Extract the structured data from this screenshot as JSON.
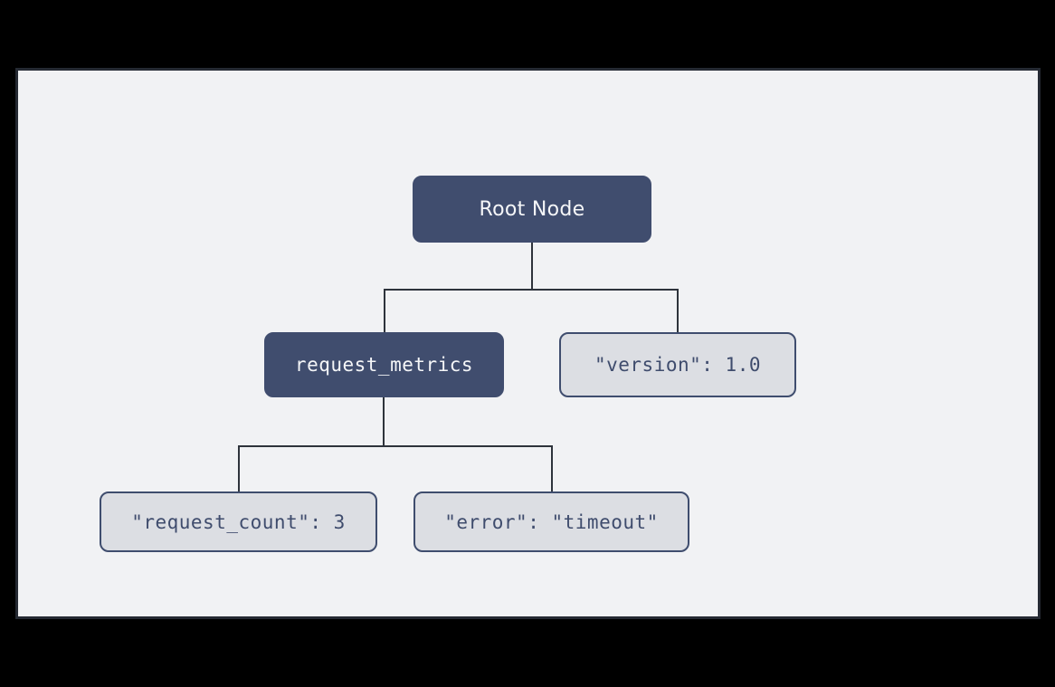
{
  "diagram": {
    "title": "JSON tree diagram",
    "nodes": {
      "root": {
        "label": "Root Node",
        "style": "dark"
      },
      "request_metrics": {
        "label": "request_metrics",
        "style": "dark"
      },
      "version": {
        "label": "\"version\": 1.0",
        "style": "light"
      },
      "request_count": {
        "label": "\"request_count\": 3",
        "style": "light"
      },
      "error": {
        "label": "\"error\": \"timeout\"",
        "style": "light"
      }
    },
    "edges": [
      {
        "from": "root",
        "to": "request_metrics"
      },
      {
        "from": "root",
        "to": "version"
      },
      {
        "from": "request_metrics",
        "to": "request_count"
      },
      {
        "from": "request_metrics",
        "to": "error"
      }
    ],
    "colors": {
      "canvas_background": "#000000",
      "panel_background": "#f1f2f4",
      "panel_border": "#252a33",
      "node_dark_fill": "#404d6e",
      "node_dark_text": "#f5f6f8",
      "node_light_fill": "#dcdee3",
      "node_light_border": "#3f4d6e",
      "node_light_text": "#3f4c6d",
      "connector": "#2e333b"
    }
  }
}
